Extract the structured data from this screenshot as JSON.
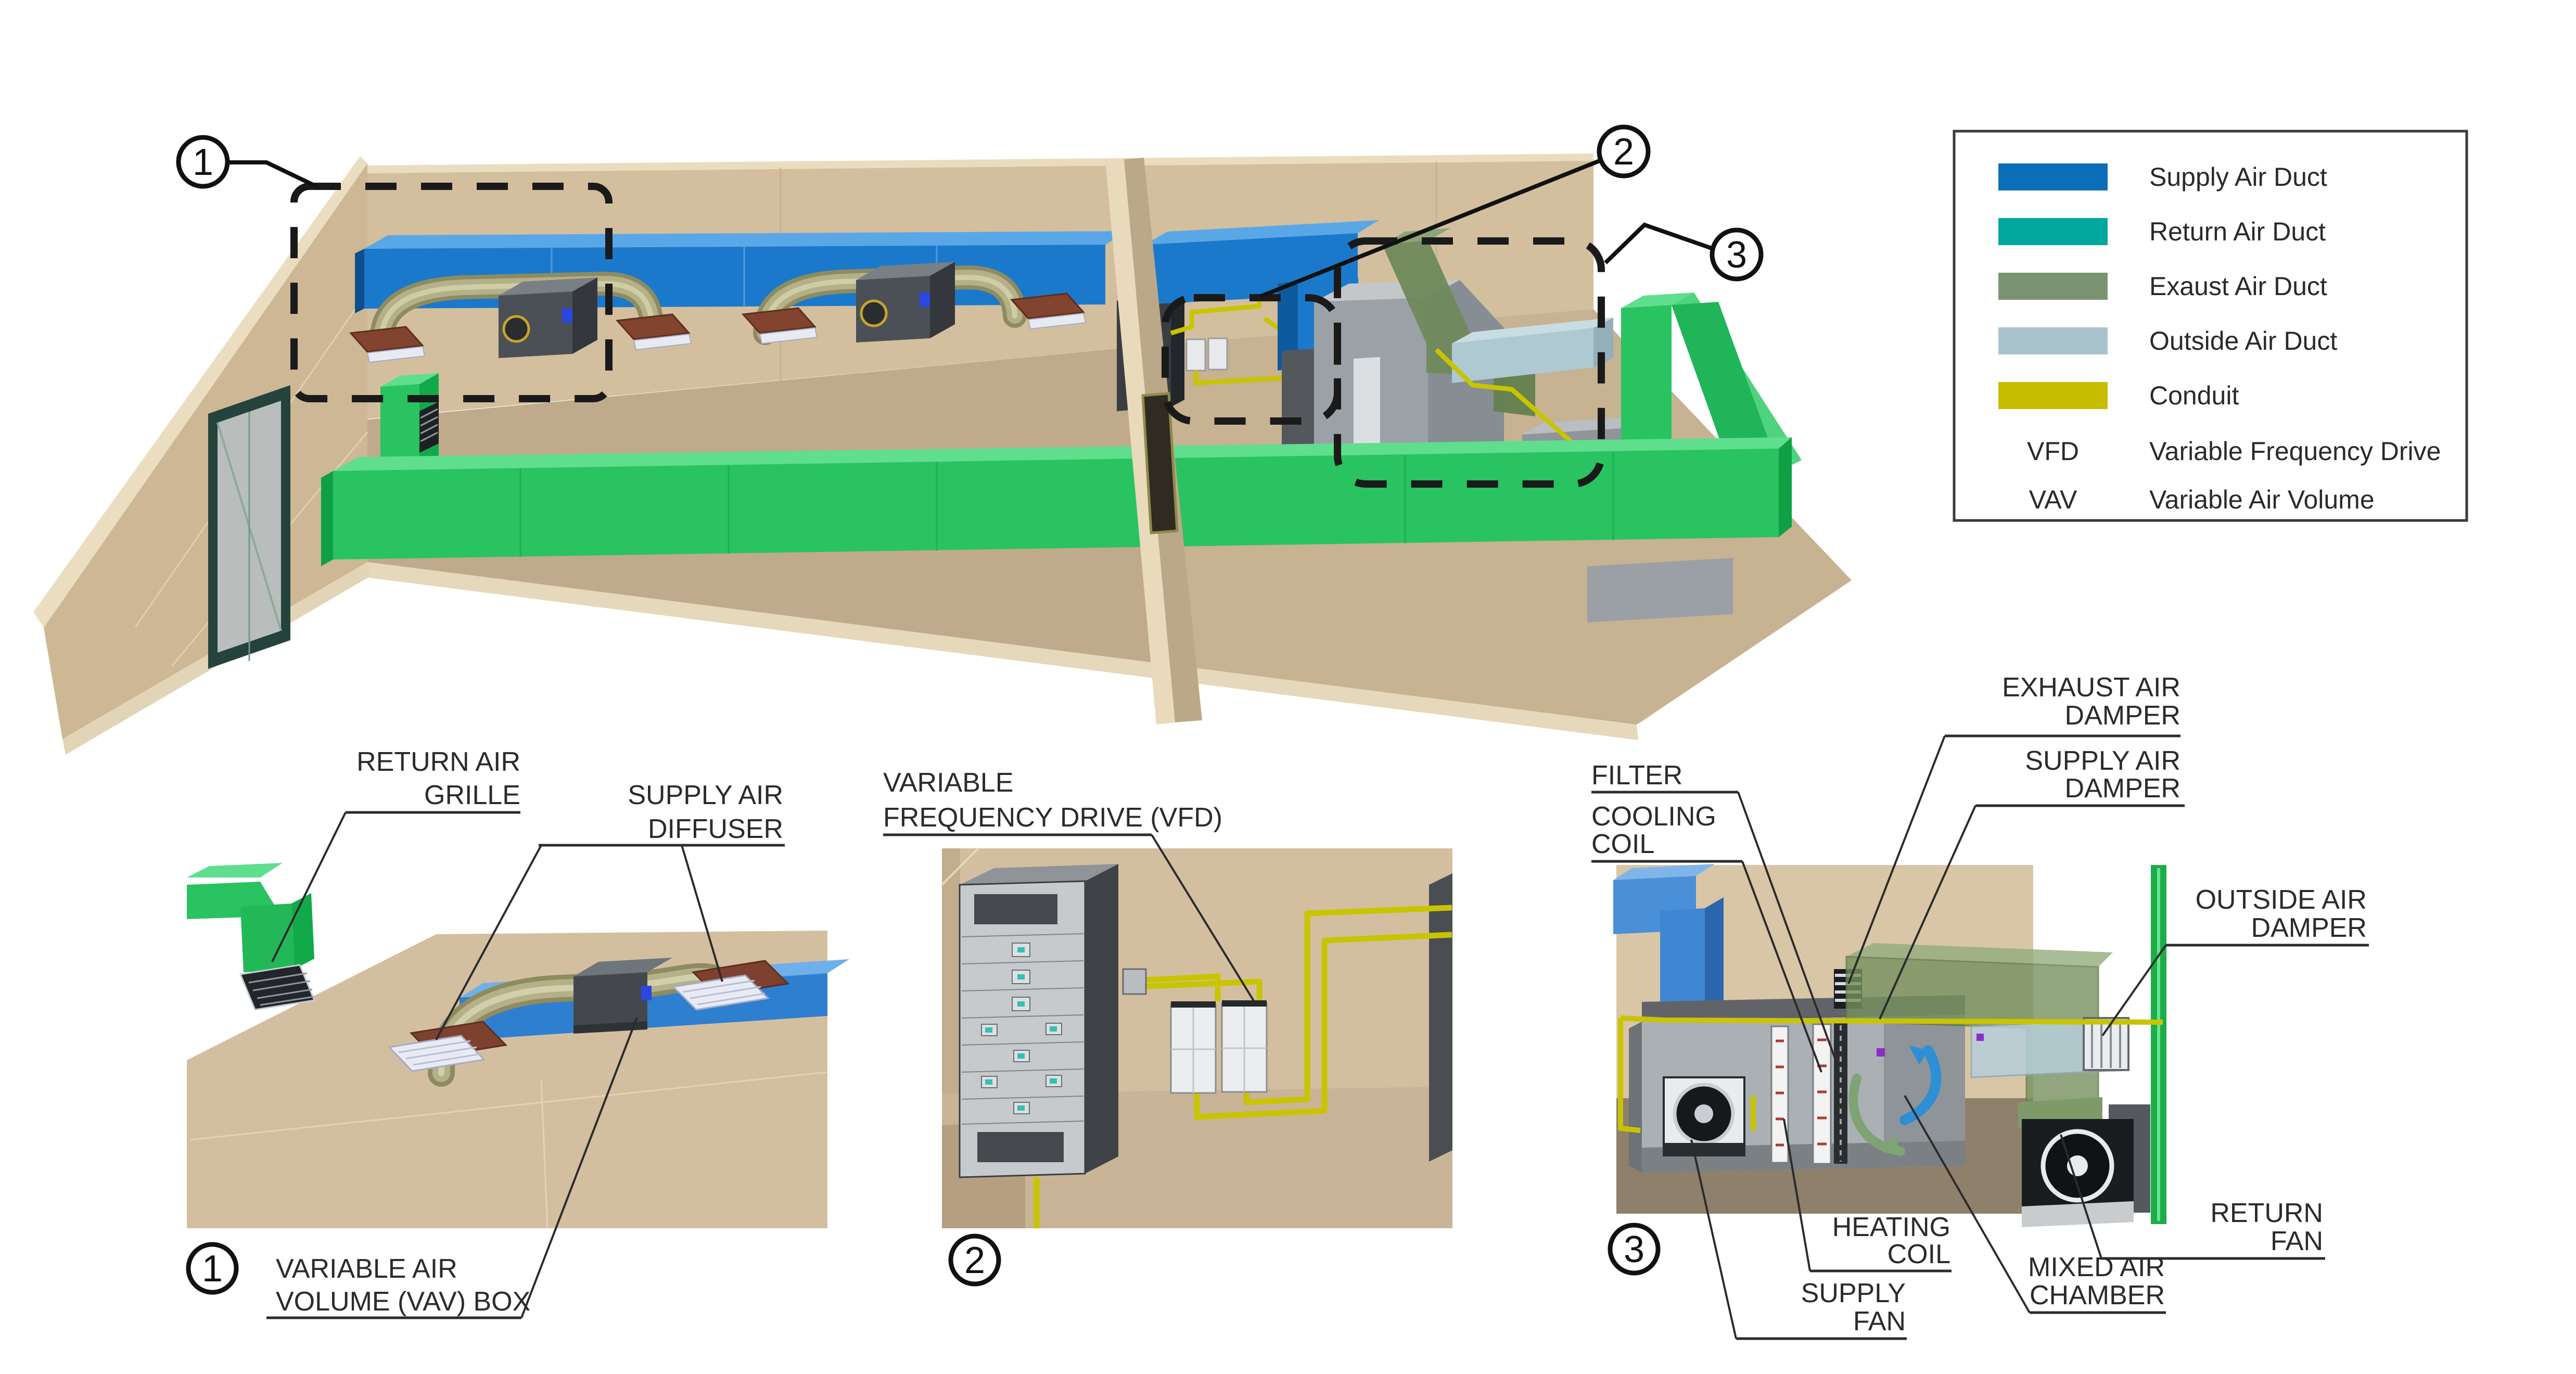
{
  "diagram": {
    "title": "HVAC building system isometric diagram",
    "background": "#ffffff"
  },
  "legend": {
    "items": [
      {
        "label": "Supply Air Duct",
        "color": "#0a6fb8"
      },
      {
        "label": "Return Air Duct",
        "color": "#00a79d"
      },
      {
        "label": "Exaust Air Duct",
        "color": "#7a9473"
      },
      {
        "label": "Outside Air Duct",
        "color": "#a9c3cd"
      },
      {
        "label": "Conduit",
        "color": "#c9bd00"
      }
    ],
    "abbreviations": [
      {
        "abbr": "VFD",
        "label": "Variable Frequency Drive"
      },
      {
        "abbr": "VAV",
        "label": "Variable Air Volume"
      }
    ]
  },
  "callouts": {
    "one": "1",
    "two": "2",
    "three": "3"
  },
  "details": {
    "vav": {
      "number": "1",
      "return_air_grille": {
        "line1": "RETURN AIR",
        "line2": "GRILLE"
      },
      "supply_air_diffuser": {
        "line1": "SUPPLY AIR",
        "line2": "DIFFUSER"
      },
      "vav_box": {
        "line1": "VARIABLE AIR",
        "line2": "VOLUME (VAV) BOX"
      }
    },
    "vfd": {
      "number": "2",
      "vfd_label": {
        "line1": "VARIABLE",
        "line2": "FREQUENCY DRIVE (VFD)"
      }
    },
    "ahu": {
      "number": "3",
      "filter": {
        "line1": "FILTER"
      },
      "cooling_coil": {
        "line1": "COOLING",
        "line2": "COIL"
      },
      "exhaust_air_damper": {
        "line1": "EXHAUST AIR",
        "line2": "DAMPER"
      },
      "supply_air_damper": {
        "line1": "SUPPLY AIR",
        "line2": "DAMPER"
      },
      "outside_air_damper": {
        "line1": "OUTSIDE AIR",
        "line2": "DAMPER"
      },
      "heating_coil": {
        "line1": "HEATING",
        "line2": "COIL"
      },
      "supply_fan": {
        "line1": "SUPPLY",
        "line2": "FAN"
      },
      "mixed_air_chamber": {
        "line1": "MIXED AIR",
        "line2": "CHAMBER"
      },
      "return_fan": {
        "line1": "RETURN",
        "line2": "FAN"
      }
    }
  }
}
